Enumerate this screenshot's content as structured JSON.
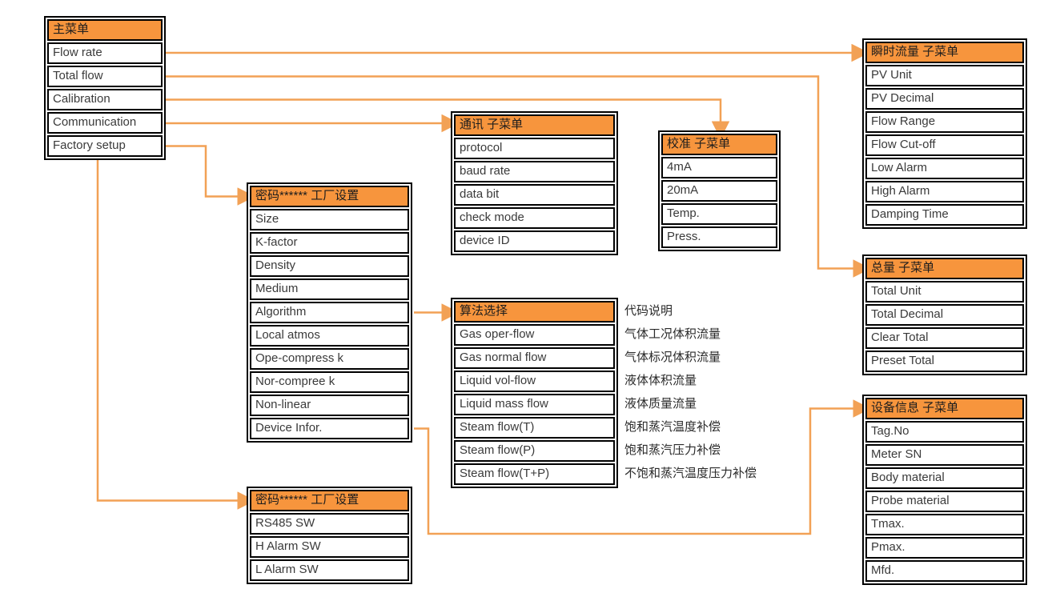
{
  "colors": {
    "header_bg": "#F7953D",
    "connector": "#F2A155",
    "border": "#000000",
    "item_text": "#3a3a3a"
  },
  "boxes": [
    {
      "id": "main-menu",
      "title": "主菜单",
      "items": [
        "Flow rate",
        "Total flow",
        "Calibration",
        "Communication",
        "Factory setup"
      ]
    },
    {
      "id": "instant-flow-submenu",
      "title": "瞬时流量 子菜单",
      "items": [
        "PV Unit",
        "PV Decimal",
        "Flow Range",
        "Flow Cut-off",
        "Low Alarm",
        "High Alarm",
        "Damping Time"
      ]
    },
    {
      "id": "total-submenu",
      "title": "总量 子菜单",
      "items": [
        "Total Unit",
        "Total Decimal",
        "Clear Total",
        "Preset Total"
      ]
    },
    {
      "id": "device-info-submenu",
      "title": "设备信息 子菜单",
      "items": [
        "Tag.No",
        "Meter SN",
        "Body material",
        "Probe material",
        "Tmax.",
        "Pmax.",
        "Mfd."
      ]
    },
    {
      "id": "communication-submenu",
      "title": "通讯 子菜单",
      "items": [
        "protocol",
        "baud rate",
        "data bit",
        "check mode",
        "device ID"
      ]
    },
    {
      "id": "calibration-submenu",
      "title": "校准 子菜单",
      "items": [
        "4mA",
        "20mA",
        "Temp.",
        "Press."
      ]
    },
    {
      "id": "factory-setup-submenu",
      "title": "密码****** 工厂设置",
      "items": [
        "Size",
        "K-factor",
        "Density",
        "Medium",
        "Algorithm",
        "Local atmos",
        "Ope-compress k",
        "Nor-compree k",
        "Non-linear",
        "Device Infor."
      ]
    },
    {
      "id": "algorithm-select",
      "title": "算法选择",
      "items": [
        "Gas oper-flow",
        "Gas normal flow",
        "Liquid vol-flow",
        "Liquid mass flow",
        "Steam flow(T)",
        "Steam flow(P)",
        "Steam flow(T+P)"
      ]
    },
    {
      "id": "factory-setup-submenu-2",
      "title": "密码****** 工厂设置",
      "items": [
        "RS485 SW",
        "H Alarm SW",
        "L Alarm SW"
      ]
    }
  ],
  "algo_descriptions": {
    "header": "代码说明",
    "items": [
      "气体工况体积流量",
      "气体标况体积流量",
      "液体体积流量",
      "液体质量流量",
      "饱和蒸汽温度补偿",
      "饱和蒸汽压力补偿",
      "不饱和蒸汽温度压力补偿"
    ]
  }
}
